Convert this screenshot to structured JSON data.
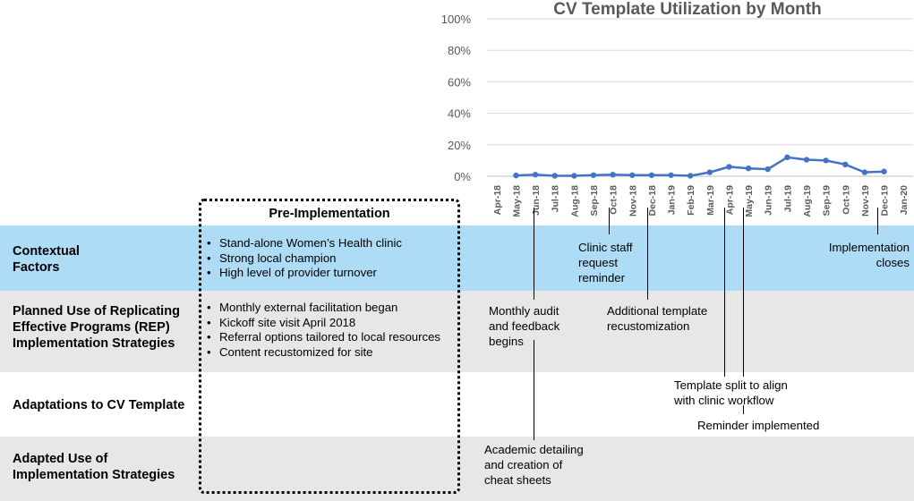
{
  "chart_data": {
    "type": "line",
    "title": "CV Template Utilization by Month",
    "xlabel": "",
    "ylabel": "",
    "categories": [
      "Apr-18",
      "May-18",
      "Jun-18",
      "Jul-18",
      "Aug-18",
      "Sep-18",
      "Oct-18",
      "Nov-18",
      "Dec-18",
      "Jan-19",
      "Feb-19",
      "Mar-19",
      "Apr-19",
      "May-19",
      "Jun-19",
      "Jul-19",
      "Aug-19",
      "Sep-19",
      "Oct-19",
      "Nov-19",
      "Dec-19",
      "Jan-20"
    ],
    "yticks": [
      "0%",
      "20%",
      "40%",
      "60%",
      "80%",
      "100%"
    ],
    "ylim": [
      0,
      100
    ],
    "series": [
      {
        "color": "#4472c4",
        "values": [
          null,
          0.5,
          1,
          0.3,
          0.3,
          0.7,
          1,
          0.7,
          0.7,
          0.7,
          0.3,
          2.5,
          6,
          5,
          4.5,
          12,
          10.5,
          10,
          7.5,
          2.5,
          3,
          null
        ]
      }
    ]
  },
  "sections": {
    "pre_header": "Pre-Implementation",
    "contextual": {
      "label": [
        "Contextual",
        "Factors"
      ],
      "bullets": [
        "Stand-alone Women’s Health clinic",
        "Strong local champion",
        "High level of provider turnover"
      ]
    },
    "planned": {
      "label": [
        "Planned Use of Replicating",
        "Effective Programs (REP)",
        "Implementation Strategies"
      ],
      "bullets": [
        "Monthly external facilitation began",
        "Kickoff site visit April 2018",
        "Referral options tailored to local resources",
        "Content recustomized for site"
      ]
    },
    "adaptations": {
      "label": "Adaptations to CV Template"
    },
    "adapted": {
      "label": [
        "Adapted Use of",
        "Implementation Strategies"
      ]
    }
  },
  "annotations": {
    "clinic_staff": [
      "Clinic staff",
      "request",
      "reminder"
    ],
    "implementation_closes": [
      "Implementation",
      "closes"
    ],
    "monthly_audit": [
      "Monthly audit",
      "and feedback",
      "begins"
    ],
    "additional_template": [
      "Additional template",
      "recustomization"
    ],
    "template_split": [
      "Template split to align",
      "with clinic workflow"
    ],
    "reminder_implemented": "Reminder implemented",
    "academic_detailing": [
      "Academic detailing",
      "and creation of",
      "cheat sheets"
    ]
  },
  "colors": {
    "blue_band": "#aedcf7",
    "gray_band": "#e7e7e7",
    "series": "#4472c4",
    "gridline": "#d9d9d9"
  }
}
